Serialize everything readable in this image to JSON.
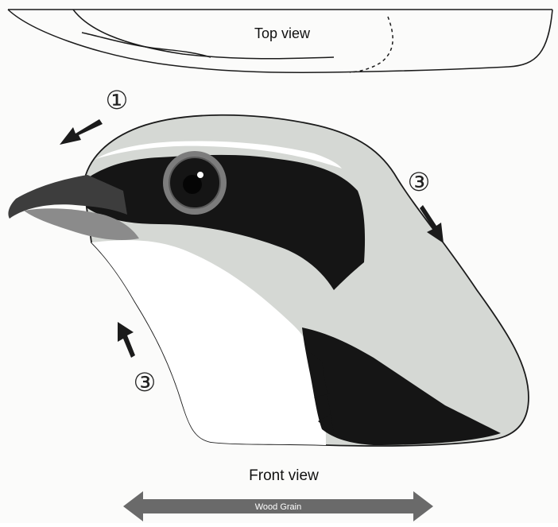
{
  "diagram": {
    "top_label": "Top view",
    "front_label": "Front view",
    "grain_label": "Wood Grain",
    "markers": [
      {
        "id": "forehead",
        "text": "①"
      },
      {
        "id": "nape",
        "text": "③"
      },
      {
        "id": "throat",
        "text": "③"
      }
    ]
  },
  "colors": {
    "line": "#1b1b1b",
    "head_gray": "#d5d8d4",
    "mask_black": "#151515",
    "white": "#ffffff",
    "beak_dark": "#3d3d3d",
    "beak_light": "#8b8b8b",
    "eye_ring": "#7c7c7c",
    "arrow_fill": "#6a6a6a"
  }
}
